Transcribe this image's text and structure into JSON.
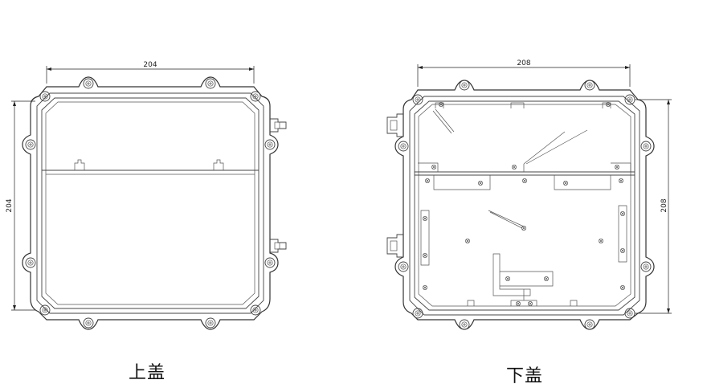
{
  "left_view": {
    "width_dim": "204",
    "height_dim": "204",
    "caption": "上盖"
  },
  "right_view": {
    "width_dim": "208",
    "height_dim": "208",
    "caption": "下盖"
  }
}
